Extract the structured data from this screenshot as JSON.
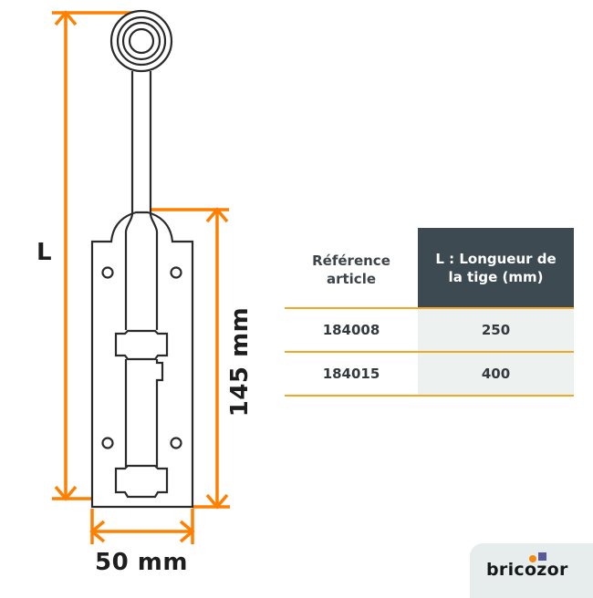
{
  "diagram": {
    "product": "sliding door bolt",
    "dimension_labels": {
      "total_length": "L",
      "plate_height": "145 mm",
      "plate_width": "50 mm"
    },
    "colors": {
      "dimension_lines": "#ff8000",
      "outline": "#2a2a2a"
    }
  },
  "table": {
    "headers": {
      "reference_line1": "Référence",
      "reference_line2": "article",
      "length_line1": "L : Longueur de",
      "length_line2": "la tige (mm)"
    },
    "rows": [
      {
        "reference": "184008",
        "length": "250"
      },
      {
        "reference": "184015",
        "length": "400"
      }
    ],
    "colors": {
      "header_bg": "#3d4a52",
      "cell_bg": "#edf1f0",
      "rule": "#f5a623"
    }
  },
  "brand": {
    "name": "bricozor",
    "dot_color": "#f08a12",
    "square_color": "#5a5a9a"
  }
}
